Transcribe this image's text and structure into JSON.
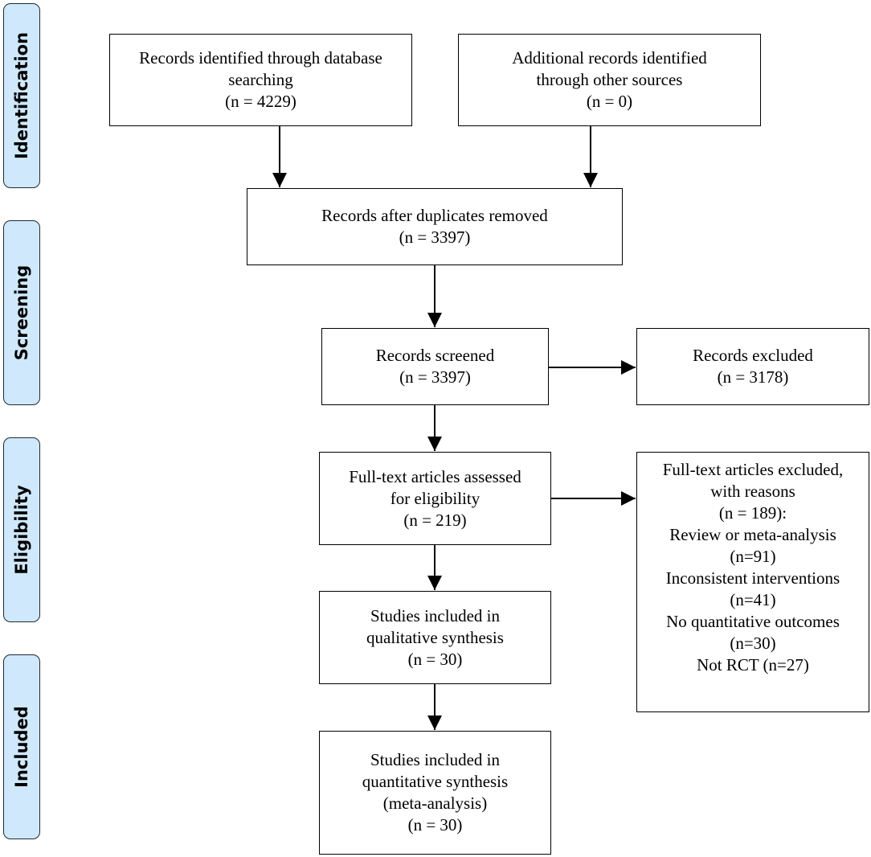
{
  "stages": {
    "identification": "Identification",
    "screening": "Screening",
    "eligibility": "Eligibility",
    "included": "Included"
  },
  "boxes": {
    "database_records": [
      "Records identified through database",
      "searching",
      "(n = 4229)"
    ],
    "other_records": [
      "Additional records identified",
      "through other sources",
      "(n = 0)"
    ],
    "after_duplicates": [
      "Records after duplicates removed",
      "(n = 3397)"
    ],
    "screened": [
      "Records screened",
      "(n = 3397)"
    ],
    "excluded": [
      "Records excluded",
      "(n = 3178)"
    ],
    "fulltext_assessed": [
      "Full-text articles assessed",
      "for eligibility",
      "(n = 219)"
    ],
    "fulltext_excluded": [
      "Full-text articles excluded,",
      "with reasons",
      "(n = 189):",
      "Review or meta-analysis",
      "(n=91)",
      "Inconsistent interventions",
      "(n=41)",
      "No quantitative outcomes",
      "(n=30)",
      "Not RCT (n=27)"
    ],
    "qualitative": [
      "Studies included in",
      "qualitative synthesis",
      "(n = 30)"
    ],
    "quantitative": [
      "Studies included in",
      "quantitative synthesis",
      "(meta-analysis)",
      "(n = 30)"
    ]
  }
}
